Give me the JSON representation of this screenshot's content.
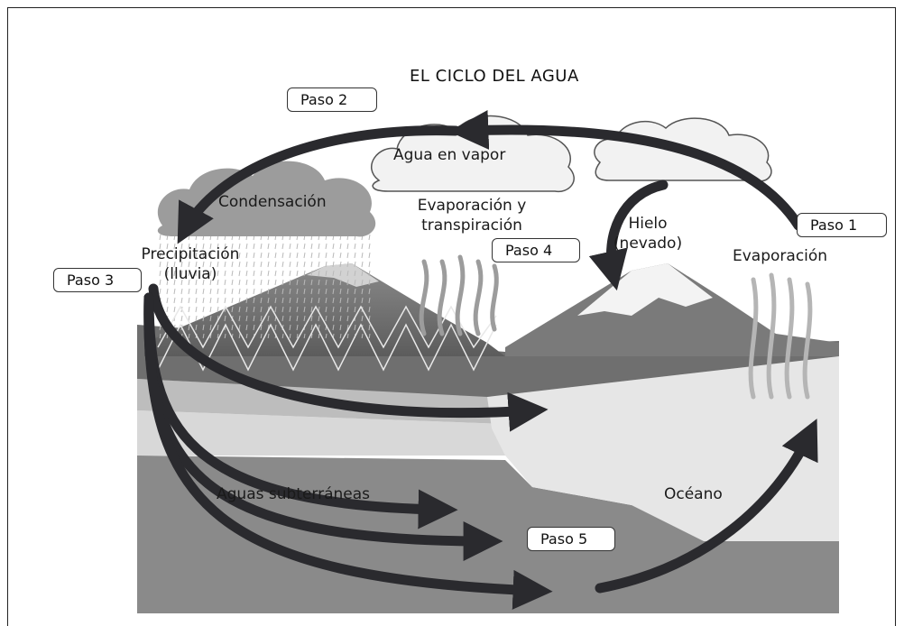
{
  "diagram": {
    "title": "EL CICLO DEL AGUA",
    "steps": {
      "paso1": "Paso 1",
      "paso2": "Paso 2",
      "paso3": "Paso 3",
      "paso4": "Paso 4",
      "paso5": "Paso 5"
    },
    "labels": {
      "agua_vapor": "Agua en vapor",
      "condensacion": "Condensación",
      "evap_transp_1": "Evaporación y",
      "evap_transp_2": "transpiración",
      "precipitacion_1": "Precipitación",
      "precipitacion_2": "(lluvia)",
      "hielo_1": "Hielo",
      "hielo_2": "(nevado)",
      "evaporacion": "Evaporación",
      "aguas_subterraneas": "Aguas subterráneas",
      "oceano": "Océano"
    },
    "colors": {
      "arrow": "#2a2a2e",
      "sky_cloud": "#f2f2f2",
      "rain_cloud": "#9a9a9a",
      "ground_dark": "#7d7d7d",
      "ocean": "#e4e4e4"
    }
  }
}
